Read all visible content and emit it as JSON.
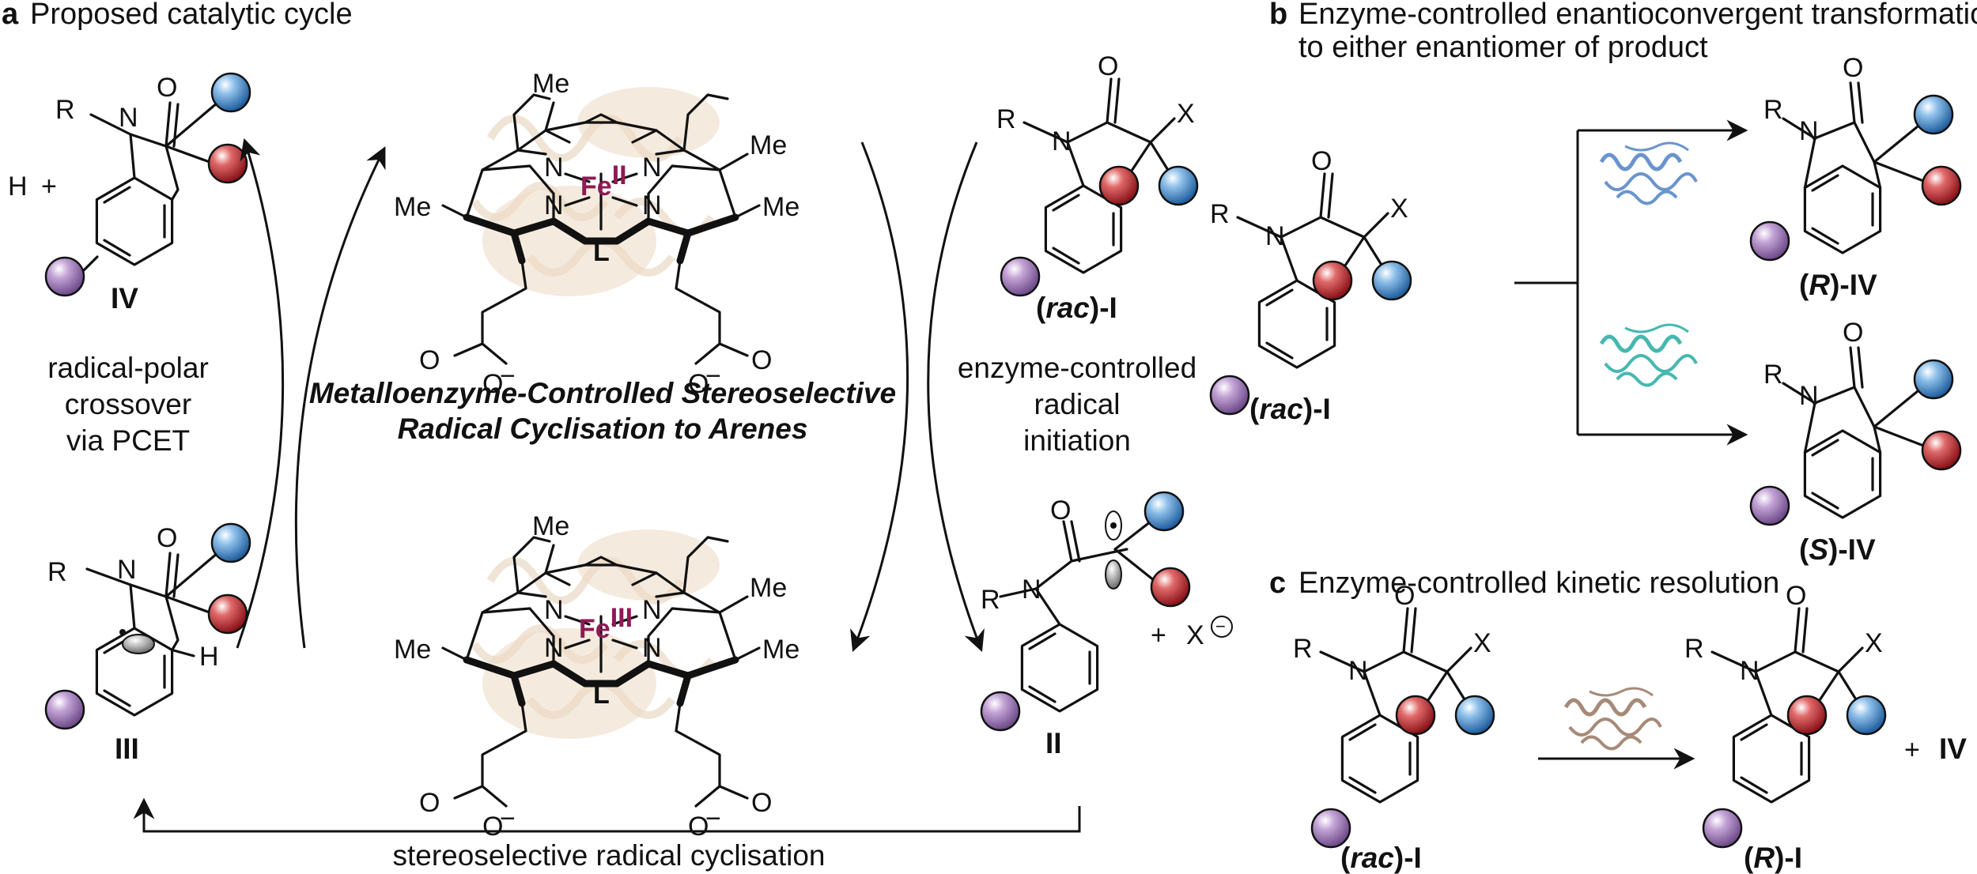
{
  "panels": {
    "a": {
      "letter": "a",
      "title": "Proposed catalytic cycle"
    },
    "b": {
      "letter": "b",
      "title_line1": "Enzyme-controlled enantioconvergent transformation",
      "title_line2": "to either enantiomer of product"
    },
    "c": {
      "letter": "c",
      "title": "Enzyme-controlled kinetic resolution"
    }
  },
  "center_title": {
    "line1": "Metalloenzyme-Controlled Stereoselective",
    "line2": "Radical Cyclisation to Arenes"
  },
  "steps": {
    "left": [
      "radical-polar",
      "crossover",
      "via PCET"
    ],
    "right": [
      "enzyme-controlled",
      "radical",
      "initiation"
    ],
    "bottom": "stereoselective radical cyclisation"
  },
  "compounds": {
    "iv": "IV",
    "iii": "III",
    "ii": "II",
    "rac_i": {
      "prefix": "(",
      "italic": "rac",
      "suffix": ")-I"
    },
    "r_iv": {
      "prefix": "(",
      "italic": "R",
      "suffix": ")-IV"
    },
    "s_iv": {
      "prefix": "(",
      "italic": "S",
      "suffix": ")-IV"
    },
    "r_i": {
      "prefix": "(",
      "italic": "R",
      "suffix": ")-I"
    }
  },
  "atoms": {
    "R": "R",
    "N": "N",
    "O": "O",
    "X": "X",
    "H": "H",
    "Me": "Me",
    "L": "L",
    "plus": "+",
    "minus": "−",
    "fe": "Fe",
    "fe2": "II",
    "fe3": "III"
  },
  "colors": {
    "blue_ball": "#3d7fc4",
    "red_ball": "#b5202a",
    "purple_ball": "#9a72b4",
    "iron": "#8e1a55",
    "enzyme_blue": "#6a94cc",
    "enzyme_teal": "#45b8b0",
    "enzyme_brown": "#a68a78"
  }
}
